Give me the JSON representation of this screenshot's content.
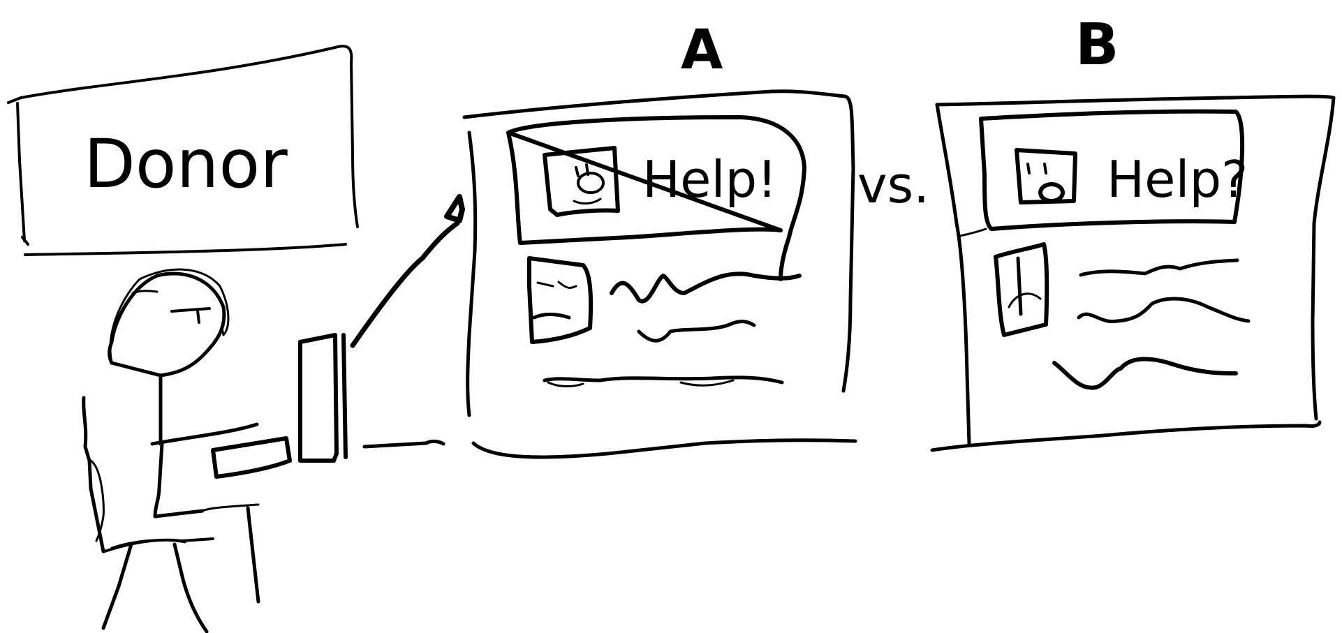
{
  "donor_sign": {
    "text": "Donor"
  },
  "variant_a": {
    "label": "A",
    "headline": "Help!"
  },
  "variant_b": {
    "label": "B",
    "headline": "Help?"
  },
  "comparison": {
    "text": "vs."
  },
  "colors": {
    "ink": "#000000",
    "background": "#ffffff"
  }
}
